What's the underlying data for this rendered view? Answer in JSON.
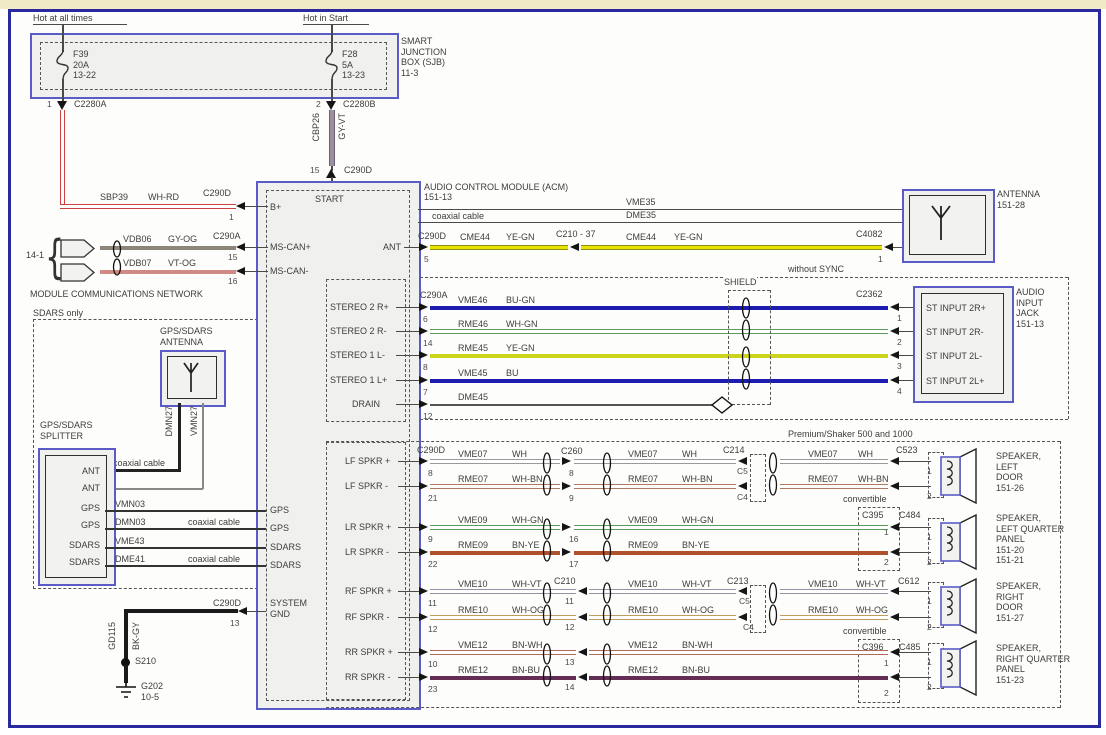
{
  "palette": {
    "frame": "#2a2a9e",
    "box_border": "#5b5bc7",
    "box_fill": "#f0f0ee",
    "red_wire": "#cc4040",
    "yellow_wire": "#e8e400",
    "blue_wire": "#1c1cb0",
    "yegn_wire": "#ccd41c",
    "rust_wire": "#b0512e",
    "maroon_wire": "#632d56",
    "gray_wire": "#8d8578",
    "salmon_wire": "#d08a85",
    "violet_gray_wire": "#9b8fa0"
  },
  "power": {
    "hot_left": "Hot at all times",
    "hot_right": "Hot in Start",
    "sjb": "SMART\nJUNCTION\nBOX (SJB)\n11-3",
    "fuse_left": "F39\n20A\n13-22",
    "fuse_right": "F28\n5A\n13-23",
    "pin_a": "1",
    "conn_a": "C2280A",
    "pin_b": "2",
    "conn_b": "C2280B",
    "cbp26": "CBP26",
    "cbp26_color": "GY-VT",
    "pin_15": "15",
    "c290d": "C290D"
  },
  "network": {
    "sbp39": "SBP39",
    "sbp39_color": "WH-RD",
    "c290d": "C290D",
    "pin_b": "1",
    "vdb06": "VDB06",
    "vdb06_color": "GY-OG",
    "c290a": "C290A",
    "pin_15": "15",
    "vdb07": "VDB07",
    "vdb07_color": "VT-OG",
    "pin_16": "16",
    "ref": "14-1",
    "brace": "{",
    "caption": "MODULE COMMUNICATIONS NETWORK"
  },
  "acm": {
    "title": "AUDIO CONTROL MODULE (ACM)",
    "ref": "151-13",
    "start": "START",
    "b_plus": "B+",
    "ms_can_p": "MS-CAN+",
    "ms_can_m": "MS-CAN-",
    "ant": "ANT",
    "gps_a": "GPS",
    "gps_b": "GPS",
    "sdars_a": "SDARS",
    "sdars_b": "SDARS",
    "system_gnd": "SYSTEM\nGND"
  },
  "antenna": {
    "c290d": "C290D",
    "pin": "5",
    "vme35": "VME35",
    "coax": "coaxial cable",
    "dme35": "DME35",
    "cme44_a": "CME44",
    "color_a": "YE-GN",
    "c210_37": "C210 - 37",
    "cme44_b": "CME44",
    "color_b": "YE-GN",
    "c4082": "C4082",
    "pin_1": "1",
    "label": "ANTENNA\n151-28"
  },
  "sync": {
    "without": "without SYNC",
    "shield": "SHIELD",
    "c290a": "C290A",
    "c2362": "C2362",
    "jack": "AUDIO\nINPUT\nJACK\n151-13",
    "rows": [
      {
        "label": "STEREO 2 R+",
        "pin": "6",
        "circuit": "VME46",
        "color": "BU-GN",
        "jpin": "1",
        "jlabel": "ST INPUT 2R+"
      },
      {
        "label": "STEREO 2 R-",
        "pin": "14",
        "circuit": "RME46",
        "color": "WH-GN",
        "jpin": "2",
        "jlabel": "ST INPUT 2R-"
      },
      {
        "label": "STEREO 1 L-",
        "pin": "8",
        "circuit": "RME45",
        "color": "YE-GN",
        "jpin": "3",
        "jlabel": "ST INPUT 2L-"
      },
      {
        "label": "STEREO 1 L+",
        "pin": "7",
        "circuit": "VME45",
        "color": "BU",
        "jpin": "4",
        "jlabel": "ST INPUT 2L+"
      },
      {
        "label": "DRAIN",
        "pin": "12",
        "circuit": "DME45",
        "color": "",
        "jpin": "",
        "jlabel": ""
      }
    ]
  },
  "sdars": {
    "only": "SDARS only",
    "antenna": "GPS/SDARS\nANTENNA",
    "dmn27": "DMN27",
    "vmn27": "VMN27",
    "coax": "coaxial cable",
    "splitter": "GPS/SDARS\nSPLITTER",
    "pin_ant1": "ANT",
    "pin_ant2": "ANT",
    "pin_gps1": "GPS",
    "pin_gps2": "GPS",
    "pin_sdars1": "SDARS",
    "pin_sdars2": "SDARS",
    "vmn03": "VMN03",
    "dmn03": "DMN03",
    "coax1": "coaxial cable",
    "vme43": "VME43",
    "dme41": "DME41",
    "coax2": "coaxial cable",
    "acm_gps1": "GPS",
    "acm_gps2": "GPS",
    "acm_sdars1": "SDARS",
    "acm_sdars2": "SDARS"
  },
  "ground": {
    "c290d": "C290D",
    "pin": "13",
    "gd115": "GD115",
    "color": "BK-GY",
    "s210": "S210",
    "g202": "G202\n10-5"
  },
  "spk": {
    "section": "Premium/Shaker 500 and 1000",
    "conv": "convertible",
    "c260": "C260",
    "c210": "C210",
    "c214": "C214",
    "c213": "C213",
    "c5": "C5",
    "c4": "C4",
    "c523": "C523",
    "c484": "C484",
    "c612": "C612",
    "c485": "C485",
    "c395": "C395",
    "c396": "C396",
    "c290d": "C290D",
    "p1": "1",
    "p2": "2",
    "lf_p": {
      "label": "LF SPKR +",
      "pin": "8",
      "circuit": "VME07",
      "color": "WH",
      "mpin": "8"
    },
    "lf_m": {
      "label": "LF SPKR -",
      "pin": "21",
      "circuit": "RME07",
      "color": "WH-BN",
      "mpin": "9"
    },
    "lr_p": {
      "label": "LR SPKR +",
      "pin": "9",
      "circuit": "VME09",
      "color": "WH-GN",
      "mpin": "16"
    },
    "lr_m": {
      "label": "LR SPKR -",
      "pin": "22",
      "circuit": "RME09",
      "color": "BN-YE",
      "mpin": "17"
    },
    "rf_p": {
      "label": "RF SPKR +",
      "pin": "11",
      "circuit": "VME10",
      "color": "WH-VT",
      "mpin": "11"
    },
    "rf_m": {
      "label": "RF SPKR -",
      "pin": "12",
      "circuit": "RME10",
      "color": "WH-OG",
      "mpin": "12"
    },
    "rr_p": {
      "label": "RR SPKR +",
      "pin": "10",
      "circuit": "VME12",
      "color": "BN-WH",
      "mpin": "13"
    },
    "rr_m": {
      "label": "RR SPKR -",
      "pin": "23",
      "circuit": "RME12",
      "color": "BN-BU",
      "mpin": "14"
    },
    "spk1": "SPEAKER,\nLEFT\nDOOR\n151-26",
    "spk2": "SPEAKER,\nLEFT QUARTER\nPANEL\n151-20\n151-21",
    "spk3": "SPEAKER,\nRIGHT\nDOOR\n151-27",
    "spk4": "SPEAKER,\nRIGHT QUARTER\nPANEL\n151-23"
  }
}
